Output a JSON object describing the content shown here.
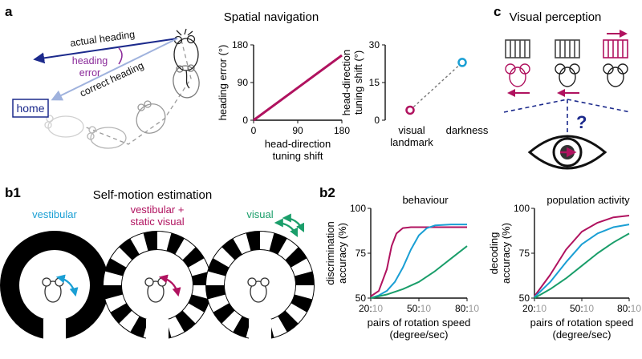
{
  "colors": {
    "magenta": "#b0125f",
    "cyan": "#1a9fd4",
    "green": "#1a9e6a",
    "navy": "#1c2a8c",
    "lightblue": "#9fb2dd",
    "purple": "#8a2a9a",
    "gray": "#8a8a8a"
  },
  "panel_a": {
    "letter": "a",
    "title": "Spatial navigation",
    "actual_heading": "actual heading",
    "heading_error_1": "heading",
    "heading_error_2": "error",
    "correct_heading": "correct heading",
    "home": "home"
  },
  "panel_c": {
    "letter": "c",
    "title": "Visual perception",
    "question": "?"
  },
  "panel_b1": {
    "letter": "b1",
    "title": "Self-motion estimation",
    "conditions": [
      "vestibular",
      "vestibular +",
      "static visual",
      "visual"
    ]
  },
  "panel_b2": {
    "letter": "b2"
  },
  "chart_data": [
    {
      "type": "line",
      "xlabel": "head-direction tuning shift",
      "ylabel": "heading error (°)",
      "xticks": [
        "0",
        "90",
        "180"
      ],
      "yticks": [
        "0",
        "90",
        "180"
      ],
      "xlim": [
        0,
        180
      ],
      "ylim": [
        0,
        180
      ],
      "series": [
        {
          "x": [
            0,
            180
          ],
          "y": [
            0,
            155
          ]
        }
      ]
    },
    {
      "type": "scatter",
      "categories": [
        "visual landmark",
        "darkness"
      ],
      "category_lines": [
        [
          "visual",
          "landmark"
        ],
        [
          "darkness"
        ]
      ],
      "ylabel": "head-direction tuning shift (°)",
      "ylabel_lines": [
        "head-direction",
        "tuning shift (°)"
      ],
      "yticks": [
        "0",
        "15",
        "30"
      ],
      "ylim": [
        0,
        30
      ],
      "values": [
        4,
        23
      ]
    },
    {
      "type": "line",
      "title": "behaviour",
      "xlabel_lines": [
        "pairs of rotation speed",
        "(degree/sec)"
      ],
      "ylabel_lines": [
        "discrimination",
        "accuracy (%)"
      ],
      "xtick_pairs": [
        [
          "20:",
          "10"
        ],
        [
          "50:",
          "10"
        ],
        [
          "80:",
          "10"
        ]
      ],
      "yticks": [
        "50",
        "75",
        "100"
      ],
      "xlim": [
        20,
        80
      ],
      "ylim": [
        50,
        100
      ],
      "series": [
        {
          "color": "magenta",
          "x": [
            20,
            25,
            30,
            33,
            36,
            40,
            45,
            50,
            60,
            70,
            80
          ],
          "y": [
            51,
            54,
            66,
            79,
            86,
            89,
            89.5,
            89.5,
            89.5,
            89.5,
            89.5
          ]
        },
        {
          "color": "cyan",
          "x": [
            20,
            25,
            30,
            35,
            40,
            45,
            50,
            55,
            60,
            70,
            80
          ],
          "y": [
            50,
            51.5,
            54,
            59,
            67,
            77,
            85,
            89,
            90.5,
            91,
            91
          ]
        },
        {
          "color": "green",
          "x": [
            20,
            30,
            40,
            50,
            60,
            70,
            80
          ],
          "y": [
            50,
            52,
            55,
            59,
            65,
            72,
            79
          ]
        }
      ]
    },
    {
      "type": "line",
      "title": "population activity",
      "xlabel_lines": [
        "pairs of rotation speed",
        "(degree/sec)"
      ],
      "ylabel_lines": [
        "decoding",
        "accuracy (%)"
      ],
      "xtick_pairs": [
        [
          "20:",
          "10"
        ],
        [
          "50:",
          "10"
        ],
        [
          "80:",
          "10"
        ]
      ],
      "yticks": [
        "50",
        "75",
        "100"
      ],
      "xlim": [
        20,
        80
      ],
      "ylim": [
        50,
        100
      ],
      "series": [
        {
          "color": "magenta",
          "x": [
            20,
            30,
            40,
            50,
            60,
            70,
            80
          ],
          "y": [
            51,
            63,
            77,
            87,
            92,
            95,
            96
          ]
        },
        {
          "color": "cyan",
          "x": [
            20,
            30,
            40,
            50,
            60,
            70,
            80
          ],
          "y": [
            50.5,
            59,
            70,
            80,
            86,
            89.5,
            91
          ]
        },
        {
          "color": "green",
          "x": [
            20,
            30,
            40,
            50,
            60,
            70,
            80
          ],
          "y": [
            50,
            55,
            61,
            68,
            75,
            81,
            86
          ]
        }
      ]
    }
  ]
}
